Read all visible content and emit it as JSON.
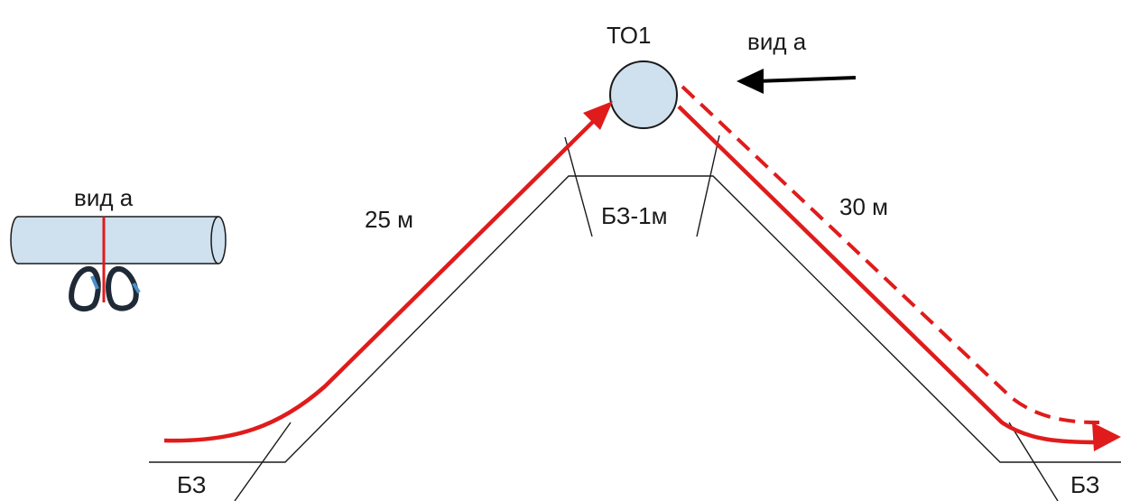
{
  "labels": {
    "node_top": "ТО1",
    "view_arrow": "вид а",
    "view_inset": "вид а",
    "left_length": "25 м",
    "right_length": "30 м",
    "top_zone": "БЗ-1м",
    "zone_left": "БЗ",
    "zone_right": "БЗ"
  },
  "colors": {
    "rope": "#e01b1b",
    "outline": "#1a1a1a",
    "anchor_fill": "#cfe0ee",
    "carabiner": "#1f2a36",
    "gate": "#4a90c8"
  }
}
